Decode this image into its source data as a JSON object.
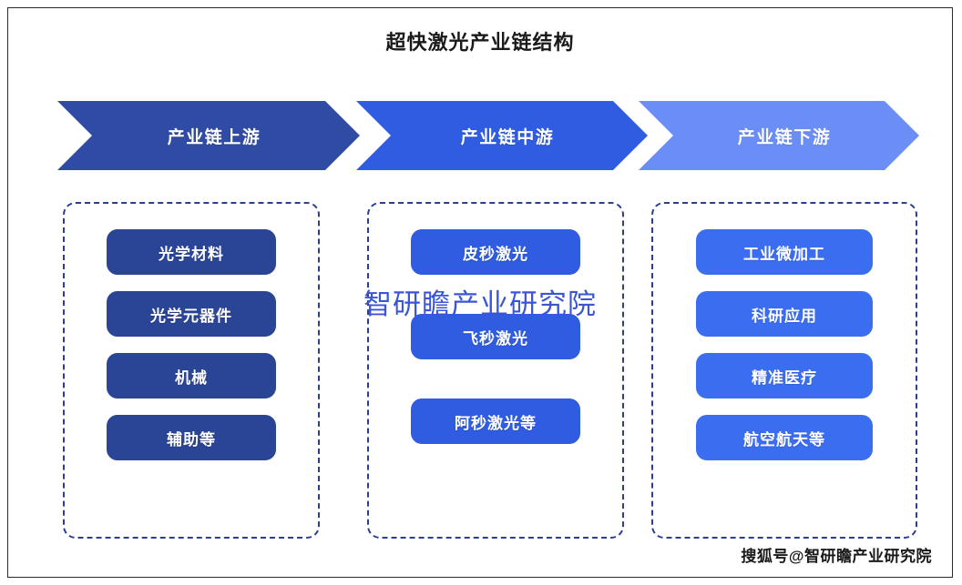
{
  "page": {
    "title": "超快激光产业链结构",
    "background_color": "#ffffff",
    "border_color": "#2b2b2b"
  },
  "chain_stages": [
    {
      "label": "产业链上游",
      "color": "#2f4ba3"
    },
    {
      "label": "产业链中游",
      "color": "#2f5ce0"
    },
    {
      "label": "产业链下游",
      "color": "#6a8ef5"
    }
  ],
  "columns": [
    {
      "stage": "产业链上游",
      "pill_color": "#2a4496",
      "items": [
        {
          "label": "光学材料"
        },
        {
          "label": "光学元器件"
        },
        {
          "label": "机械"
        },
        {
          "label": "辅助等"
        }
      ]
    },
    {
      "stage": "产业链中游",
      "pill_color": "#2f5ce0",
      "items": [
        {
          "label": "皮秒激光"
        },
        {
          "label": "飞秒激光"
        },
        {
          "label": "阿秒激光等"
        }
      ]
    },
    {
      "stage": "产业链下游",
      "pill_color": "#3b6df0",
      "items": [
        {
          "label": "工业微加工"
        },
        {
          "label": "科研应用"
        },
        {
          "label": "精准医疗"
        },
        {
          "label": "航空航天等"
        }
      ]
    }
  ],
  "watermarks": {
    "center": "智研瞻产业研究院",
    "center_color": "#3a55d8",
    "footer": "搜狐号@智研瞻产业研究院"
  }
}
